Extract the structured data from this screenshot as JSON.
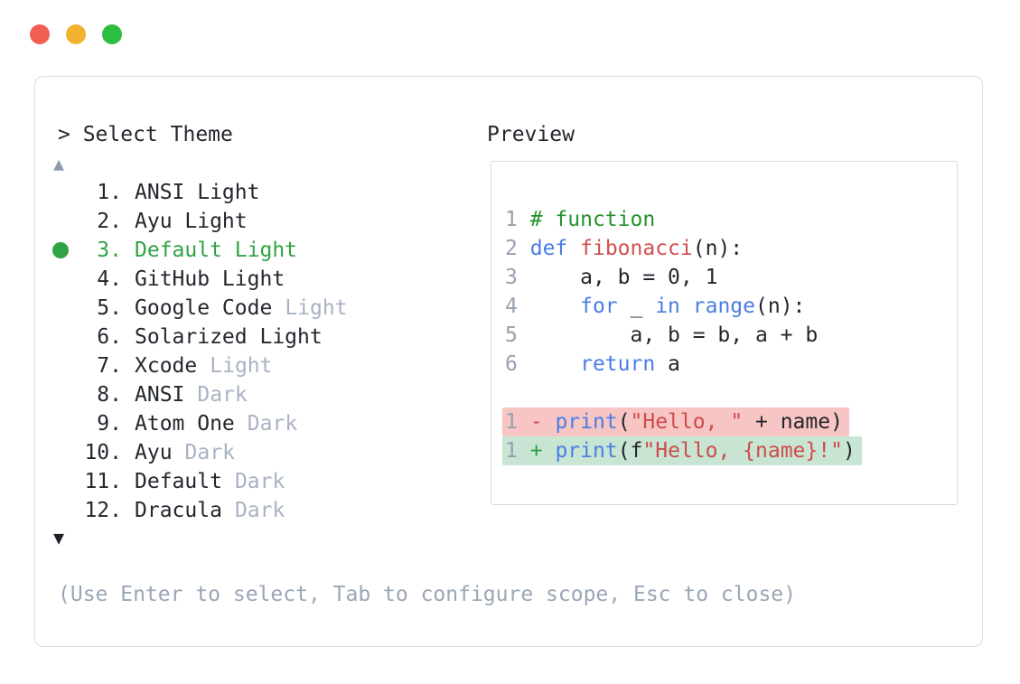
{
  "palette": {
    "traffic_red": "#f15f52",
    "traffic_yellow": "#f2b22e",
    "traffic_green": "#2dbe41",
    "text_dark": "#23272e",
    "muted_suffix": "#a8b2c4",
    "help_text": "#9aa6b6",
    "line_number": "#97a1b0",
    "selected_green": "#30a344",
    "comment_green": "#24922c",
    "keyword_blue": "#4b7de5",
    "function_red": "#d14f4f",
    "string_red": "#cf4b4c",
    "diff_removed_bg": "#f7c5c3",
    "diff_added_bg": "#c7e5d2",
    "diff_minus": "#d0464d",
    "diff_plus": "#2f9e44",
    "scroll_up_arrow": "#8e9aad",
    "scroll_down_arrow": "#1d212a"
  },
  "selector": {
    "title": "> Select Theme",
    "scroll_up_icon": "▲",
    "scroll_down_icon": "▼",
    "help_text": "(Use Enter to select, Tab to configure scope, Esc to close)",
    "items": [
      {
        "number": "1.",
        "name": "ANSI Light",
        "suffix": "",
        "selected": false
      },
      {
        "number": "2.",
        "name": "Ayu Light",
        "suffix": "",
        "selected": false
      },
      {
        "number": "3.",
        "name": "Default Light",
        "suffix": "",
        "selected": true
      },
      {
        "number": "4.",
        "name": "GitHub Light",
        "suffix": "",
        "selected": false
      },
      {
        "number": "5.",
        "name": "Google Code",
        "suffix": "Light",
        "selected": false
      },
      {
        "number": "6.",
        "name": "Solarized Light",
        "suffix": "",
        "selected": false
      },
      {
        "number": "7.",
        "name": "Xcode",
        "suffix": "Light",
        "selected": false
      },
      {
        "number": "8.",
        "name": "ANSI",
        "suffix": "Dark",
        "selected": false
      },
      {
        "number": "9.",
        "name": "Atom One",
        "suffix": "Dark",
        "selected": false
      },
      {
        "number": "10.",
        "name": "Ayu",
        "suffix": "Dark",
        "selected": false
      },
      {
        "number": "11.",
        "name": "Default",
        "suffix": "Dark",
        "selected": false
      },
      {
        "number": "12.",
        "name": "Dracula",
        "suffix": "Dark",
        "selected": false
      }
    ]
  },
  "preview": {
    "title": "Preview",
    "lines": [
      {
        "num": "1",
        "tokens": [
          [
            "# function",
            "comment"
          ]
        ]
      },
      {
        "num": "2",
        "tokens": [
          [
            "def",
            "keyword"
          ],
          [
            " ",
            "plain"
          ],
          [
            "fibonacci",
            "function"
          ],
          [
            "(n):",
            "plain"
          ]
        ]
      },
      {
        "num": "3",
        "tokens": [
          [
            "    a, b = 0, 1",
            "plain"
          ]
        ]
      },
      {
        "num": "4",
        "tokens": [
          [
            "    ",
            "plain"
          ],
          [
            "for",
            "keyword"
          ],
          [
            " _ ",
            "plain"
          ],
          [
            "in",
            "keyword"
          ],
          [
            " ",
            "plain"
          ],
          [
            "range",
            "keyword"
          ],
          [
            "(n):",
            "plain"
          ]
        ]
      },
      {
        "num": "5",
        "tokens": [
          [
            "        a, b = b, a + b",
            "plain"
          ]
        ]
      },
      {
        "num": "6",
        "tokens": [
          [
            "    ",
            "plain"
          ],
          [
            "return",
            "keyword"
          ],
          [
            " a",
            "plain"
          ]
        ]
      },
      {
        "blank": true
      },
      {
        "num": "1",
        "sign": "-",
        "diff": "removed",
        "tokens": [
          [
            "print",
            "keyword"
          ],
          [
            "(",
            "plain"
          ],
          [
            "\"Hello, \"",
            "string"
          ],
          [
            " + name)",
            "plain"
          ]
        ]
      },
      {
        "num": "1",
        "sign": "+",
        "diff": "added",
        "tokens": [
          [
            "print",
            "keyword"
          ],
          [
            "(f",
            "plain"
          ],
          [
            "\"Hello, {name}!\"",
            "string"
          ],
          [
            ")",
            "plain"
          ]
        ]
      }
    ]
  }
}
